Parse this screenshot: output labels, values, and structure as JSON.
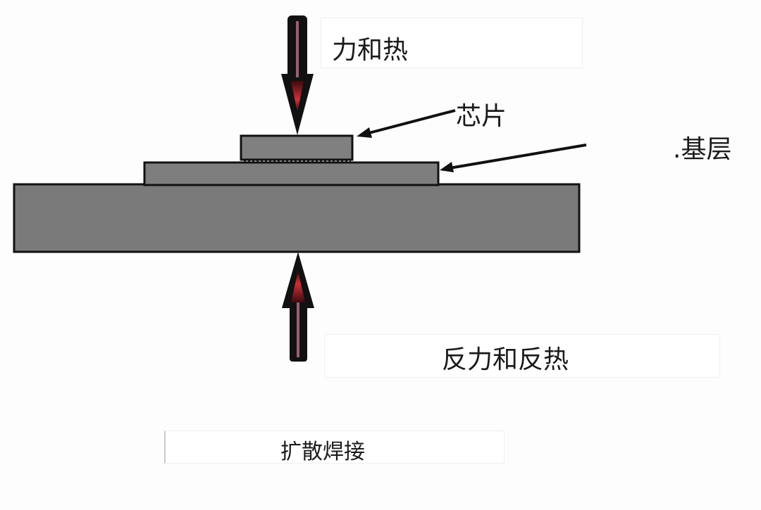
{
  "labels": {
    "force_heat": "力和热",
    "chip": "芯片",
    "substrate": ".基层",
    "reaction": "反力和反热",
    "caption": "扩散焊接"
  },
  "colors": {
    "layer_fill": "#7a7a7a",
    "outline": "#111111",
    "arrow_core": "#d0303a"
  }
}
